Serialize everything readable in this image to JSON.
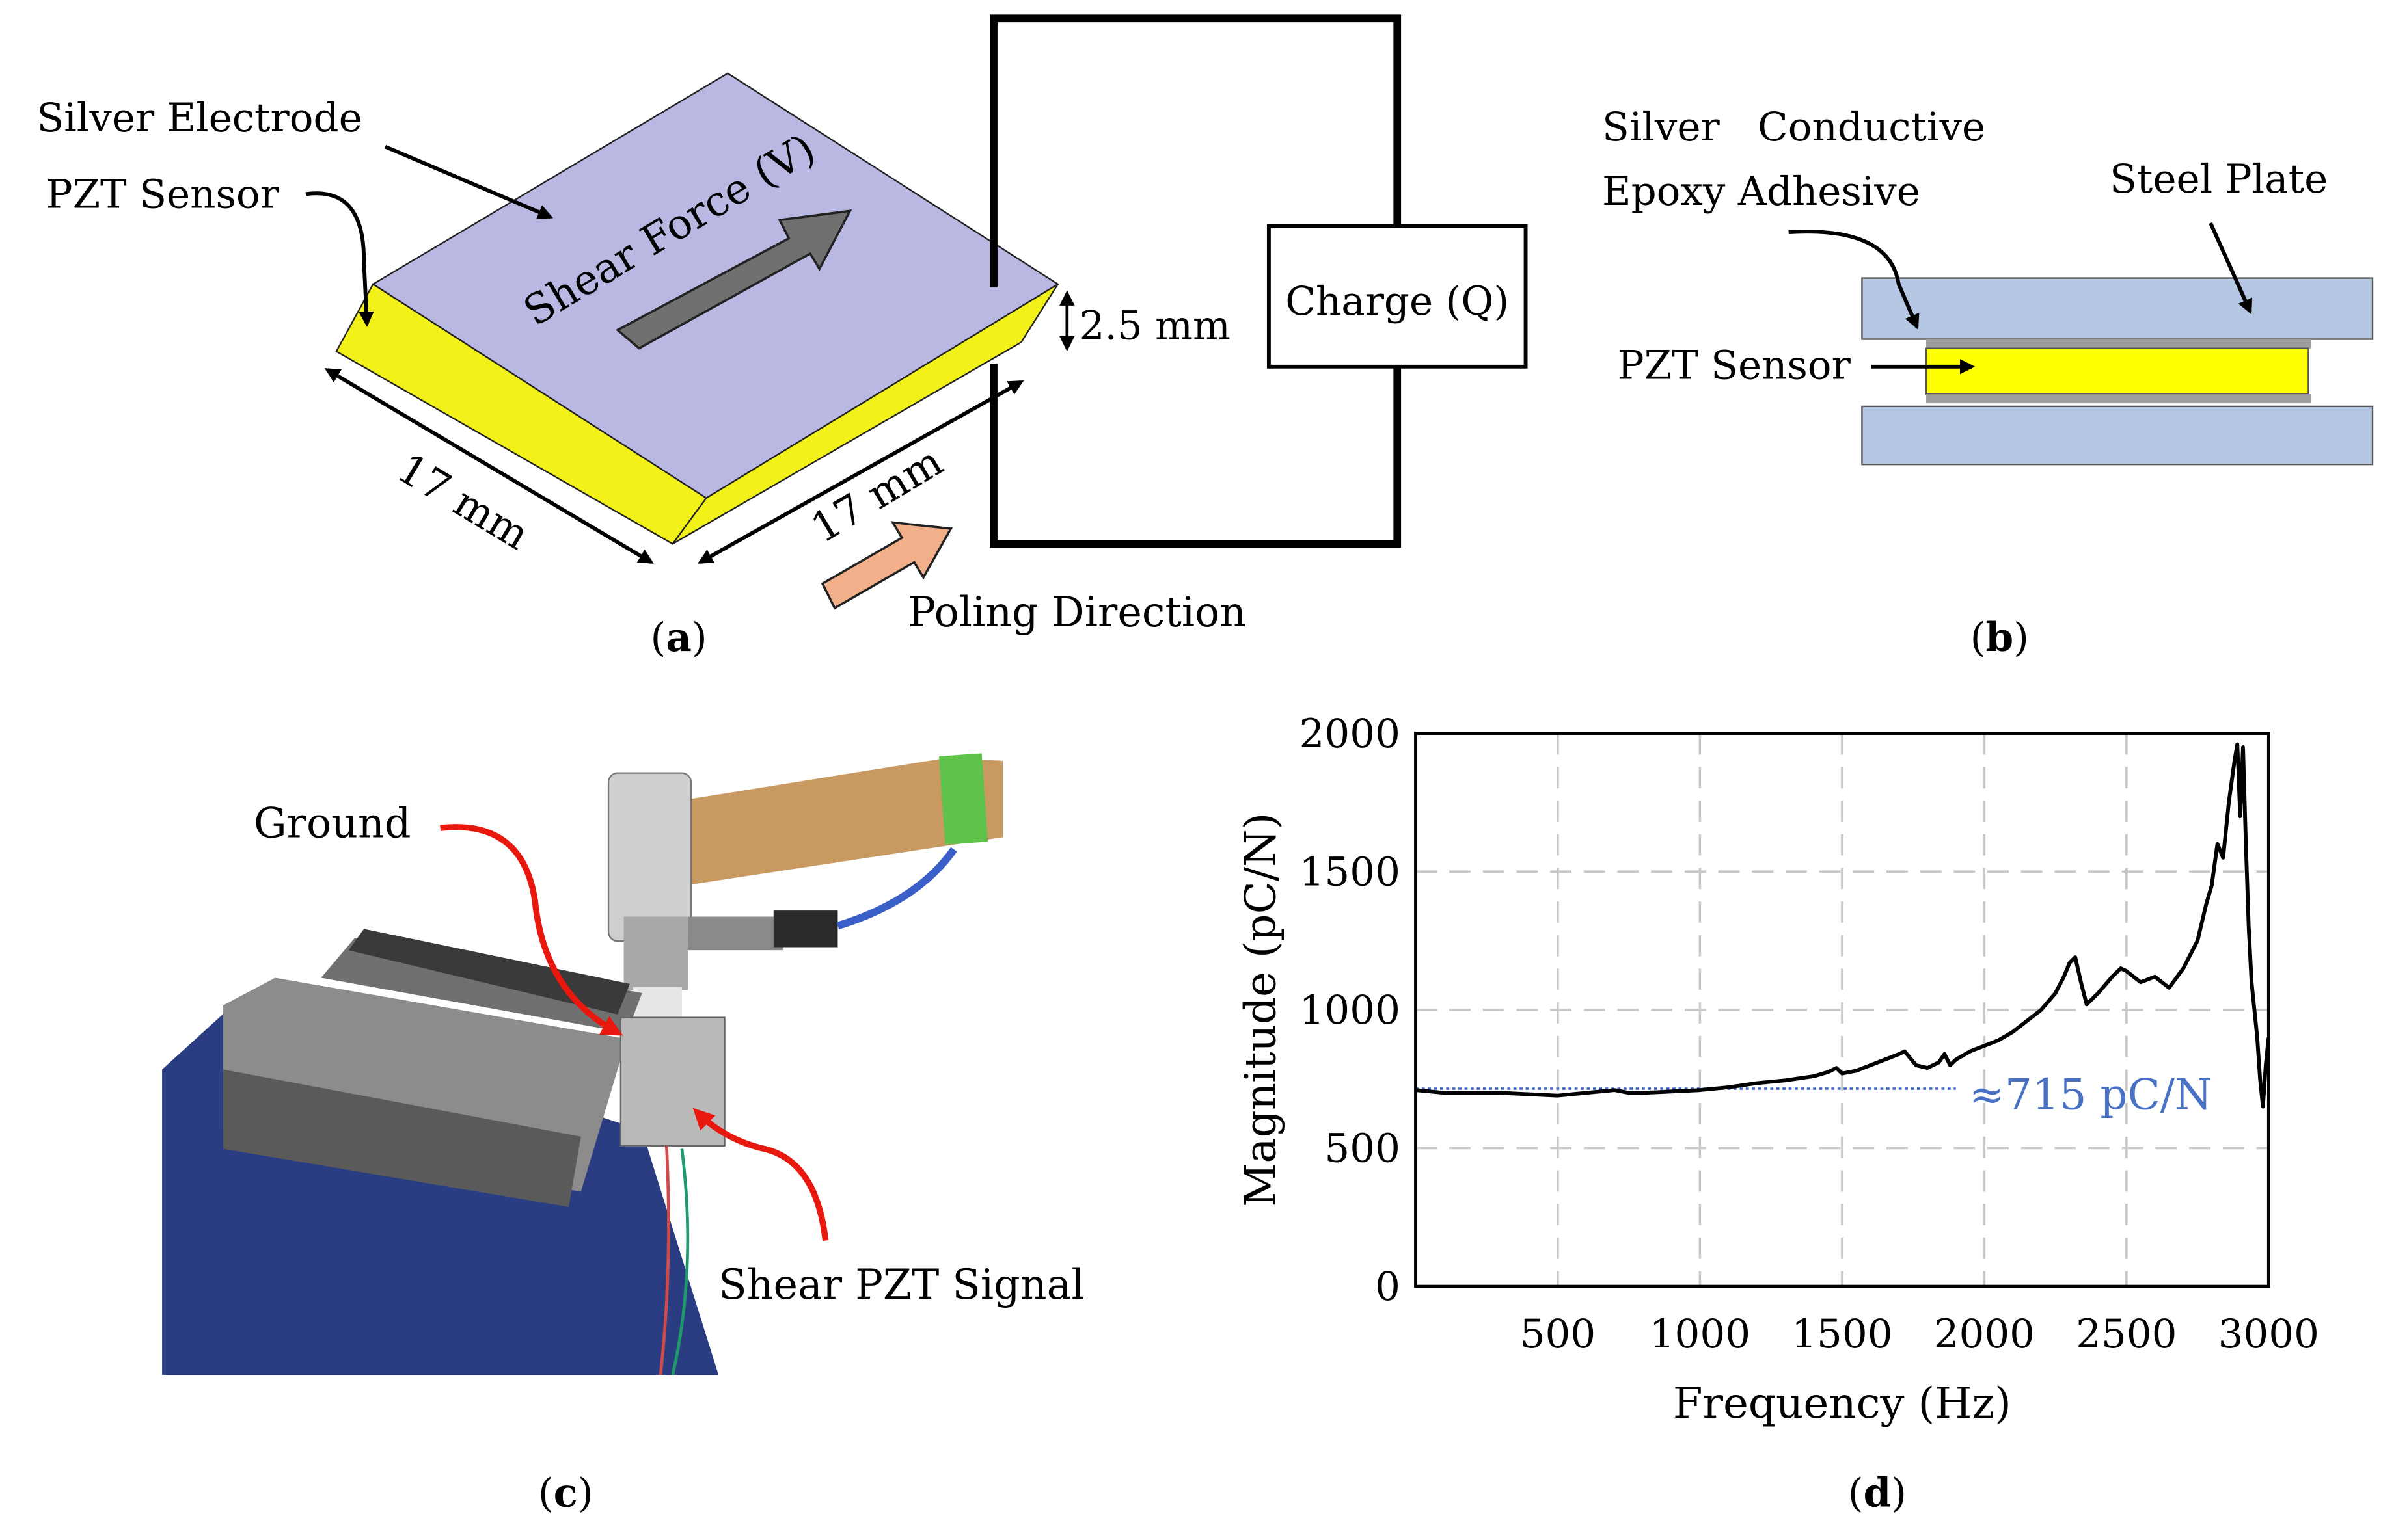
{
  "panel_a": {
    "electrode_label": "Silver Electrode",
    "sensor_label": "PZT Sensor",
    "shear_label": "Shear Force (V)",
    "thickness_label": "2.5 mm",
    "charge_label": "Charge (Q)",
    "length_label": "17 mm",
    "width_label": "17 mm",
    "poling_label": "Poling Direction",
    "caption": "a",
    "colors": {
      "top": "#b9b8e3",
      "side": "#f2f21a",
      "arrow": "#707070",
      "poling_arrow": "#f2b08a"
    }
  },
  "panel_b": {
    "adhesive_label_1": "Silver   Conductive",
    "adhesive_label_2": "Epoxy Adhesive",
    "steel_label": "Steel Plate",
    "sensor_label": "PZT Sensor",
    "caption": "b",
    "colors": {
      "plate": "#b6c7e4",
      "sensor": "#ffff00",
      "epoxy": "#9d9d9d"
    }
  },
  "panel_c": {
    "ground_label": "Ground",
    "signal_label": "Shear PZT Signal",
    "caption": "c",
    "colors": {
      "vise": "#2a3d82",
      "arrow": "#e8180f"
    }
  },
  "panel_d": {
    "caption": "d",
    "annotation": "≈715 pC/N"
  },
  "chart_data": {
    "type": "line",
    "xlabel": "Frequency (Hz)",
    "ylabel": "Magnitude (pC/N)",
    "xlim": [
      0,
      3000
    ],
    "ylim": [
      0,
      2000
    ],
    "xticks": [
      500,
      1000,
      1500,
      2000,
      2500,
      3000
    ],
    "yticks": [
      0,
      500,
      1000,
      1500,
      2000
    ],
    "grid": true,
    "series": [
      {
        "x": [
          0,
          100,
          200,
          300,
          400,
          500,
          550,
          600,
          650,
          700,
          750,
          800,
          900,
          1000,
          1100,
          1200,
          1300,
          1400,
          1450,
          1480,
          1500,
          1550,
          1600,
          1650,
          1700,
          1720,
          1760,
          1800,
          1840,
          1860,
          1880,
          1900,
          1950,
          2000,
          2050,
          2100,
          2150,
          2200,
          2250,
          2280,
          2300,
          2320,
          2340,
          2360,
          2380,
          2400,
          2450,
          2480,
          2500,
          2550,
          2600,
          2650,
          2700,
          2750,
          2780,
          2800,
          2820,
          2840,
          2860,
          2880,
          2890,
          2900,
          2910,
          2920,
          2930,
          2940,
          2950,
          2960,
          2970,
          2980,
          2990,
          3000
        ],
        "y": [
          710,
          700,
          700,
          700,
          695,
          690,
          695,
          700,
          705,
          710,
          700,
          700,
          705,
          710,
          720,
          735,
          745,
          760,
          775,
          790,
          770,
          780,
          800,
          820,
          840,
          850,
          800,
          790,
          810,
          840,
          800,
          820,
          850,
          870,
          890,
          920,
          960,
          1000,
          1060,
          1120,
          1170,
          1190,
          1100,
          1020,
          1040,
          1060,
          1120,
          1150,
          1140,
          1100,
          1120,
          1080,
          1150,
          1250,
          1380,
          1450,
          1600,
          1550,
          1750,
          1900,
          1960,
          1700,
          1950,
          1600,
          1300,
          1100,
          1000,
          900,
          750,
          650,
          800,
          900
        ]
      },
      {
        "name": "≈715 pC/N",
        "x": [
          0,
          1900
        ],
        "y": [
          715,
          715
        ]
      }
    ]
  }
}
